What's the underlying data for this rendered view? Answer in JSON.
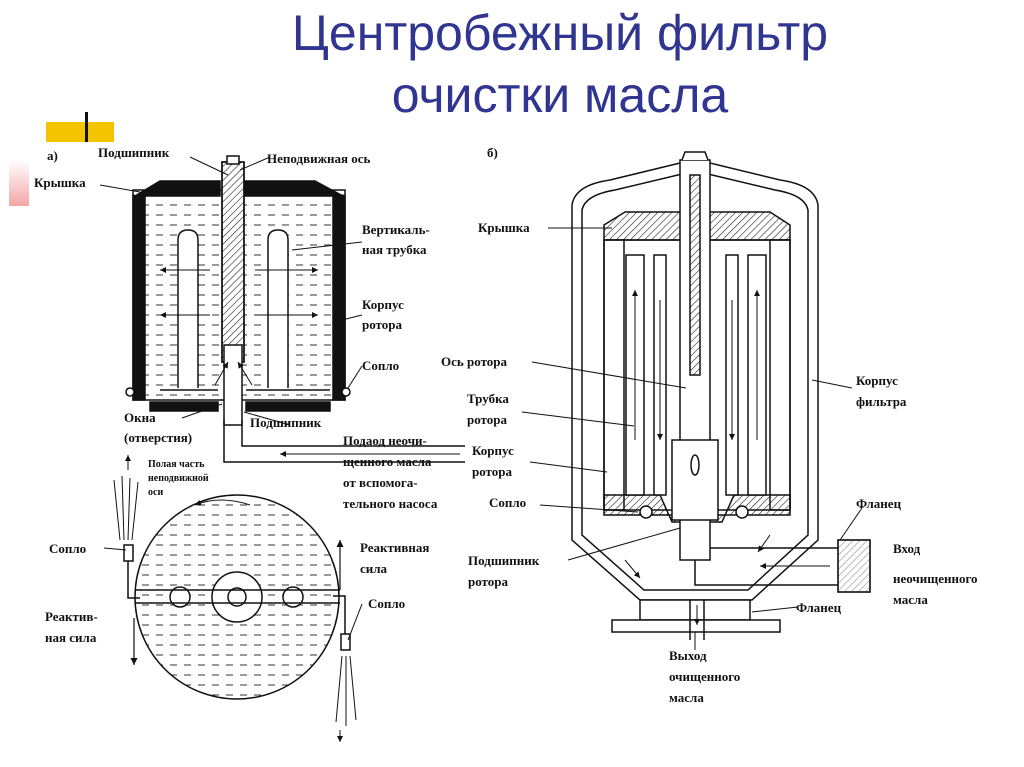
{
  "title": {
    "line1": "Центробежный фильтр",
    "line2": "очистки масла"
  },
  "diagram_a": {
    "panel_label": "а)",
    "labels": {
      "bearing_top": "Подшипник",
      "fixed_axis": "Неподвижная ось",
      "cover": "Крышка",
      "vertical_tube_1": "Вертикаль-",
      "vertical_tube_2": "ная трубка",
      "rotor_body_1": "Корпус",
      "rotor_body_2": "ротора",
      "nozzle_side": "Сопло",
      "windows_1": "Окна",
      "windows_2": "(отверстия)",
      "bearing_bottom": "Подшипник",
      "supply_1": "Подаод неочи-",
      "supply_2": "щенного масла",
      "supply_3": "от вспомога-",
      "supply_4": "тельного насоса",
      "hollow_1": "Полая часть",
      "hollow_2": "неподвижной",
      "hollow_3": "оси",
      "nozzle_left": "Сопло",
      "reactive_right_1": "Реактивная",
      "reactive_right_2": "сила",
      "nozzle_right": "Сопло",
      "reactive_left_1": "Реактив-",
      "reactive_left_2": "ная сила"
    }
  },
  "diagram_b": {
    "panel_label": "б)",
    "labels": {
      "cover": "Крышка",
      "rotor_axis": "Ось ротора",
      "tube_1": "Трубка",
      "tube_2": "ротора",
      "rotor_body_1": "Корпус",
      "rotor_body_2": "ротора",
      "nozzle": "Сопло",
      "rotor_bearing_1": "Подшипник",
      "rotor_bearing_2": "ротора",
      "filter_body_1": "Корпус",
      "filter_body_2": "фильтра",
      "flange_top": "Фланец",
      "inlet_1": "Вход",
      "inlet_2": "неочищенного",
      "inlet_3": "масла",
      "flange_bottom": "Фланец",
      "outlet_1": "Выход",
      "outlet_2": "очищенного",
      "outlet_3": "масла"
    }
  },
  "colors": {
    "title": "#2f3590",
    "accent_yellow": "#f5c400",
    "line": "#111111"
  }
}
